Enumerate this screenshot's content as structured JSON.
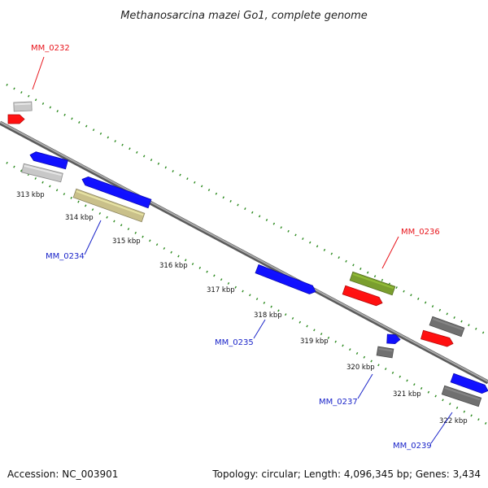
{
  "title": "Methanosarcina mazei Go1, complete genome",
  "footer": {
    "accession": "Accession: NC_003901",
    "summary": "Topology: circular; Length: 4,096,345 bp; Genes: 3,434"
  },
  "ticks": [
    "313 kbp",
    "314 kbp",
    "315 kbp",
    "316 kbp",
    "317 kbp",
    "318 kbp",
    "319 kbp",
    "320 kbp",
    "321 kbp",
    "322 kbp"
  ],
  "genes": [
    {
      "label": "MM_0232",
      "color": "#e8141b"
    },
    {
      "label": "MM_0234",
      "color": "#1a24c9"
    },
    {
      "label": "MM_0235",
      "color": "#1a24c9"
    },
    {
      "label": "MM_0236",
      "color": "#e8141b"
    },
    {
      "label": "MM_0237",
      "color": "#1a24c9"
    },
    {
      "label": "MM_0239",
      "color": "#1a24c9"
    }
  ],
  "colors": {
    "backbone": "#8a8a8a",
    "dots": "#2b8a1e",
    "red": "#ff1010",
    "blue": "#1010ff",
    "gray_light": "#c8c8c8",
    "gray_dark": "#707070",
    "khaki": "#c9c08a",
    "olive": "#7a9e2e"
  }
}
